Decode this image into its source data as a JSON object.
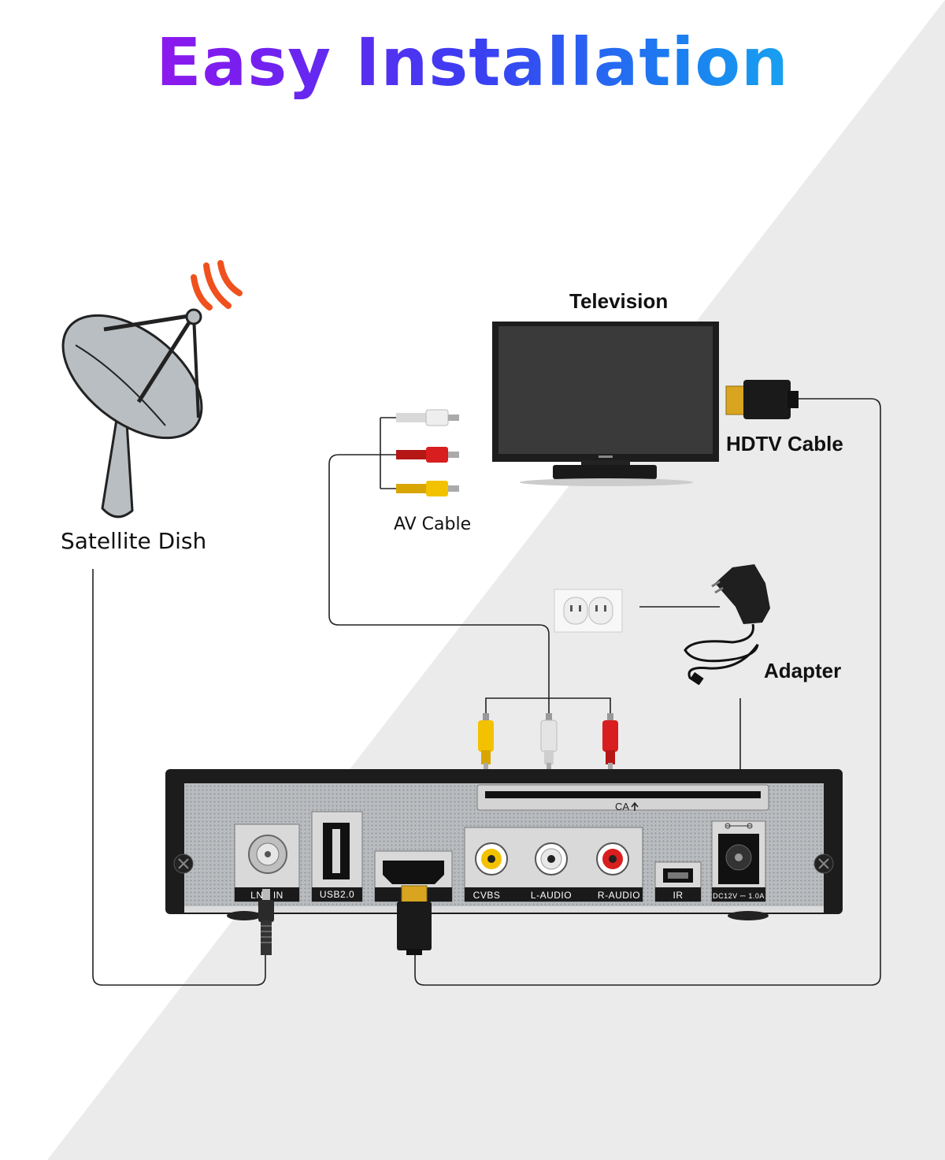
{
  "title": "Easy Installation",
  "labels": {
    "satellite_dish": "Satellite Dish",
    "television": "Television",
    "hdtv_cable": "HDTV Cable",
    "av_cable": "AV Cable",
    "adapter": "Adapter"
  },
  "receiver_ports": {
    "lnb_in": "LNB IN",
    "usb": "USB2.0",
    "cvbs": "CVBS",
    "l_audio": "L-AUDIO",
    "r_audio": "R-AUDIO",
    "ir": "IR",
    "dc": "DC12V ⎓ 1.0A",
    "ca": "CA"
  },
  "colors": {
    "title_gradient_start": "#b10fe8",
    "title_gradient_end": "#12d3ef",
    "signal_waves": "#f0501e",
    "cable_yellow": "#f2c200",
    "cable_red": "#d81e1e",
    "cable_white": "#d9d9d9",
    "background_diagonal": "#ebebeb"
  }
}
